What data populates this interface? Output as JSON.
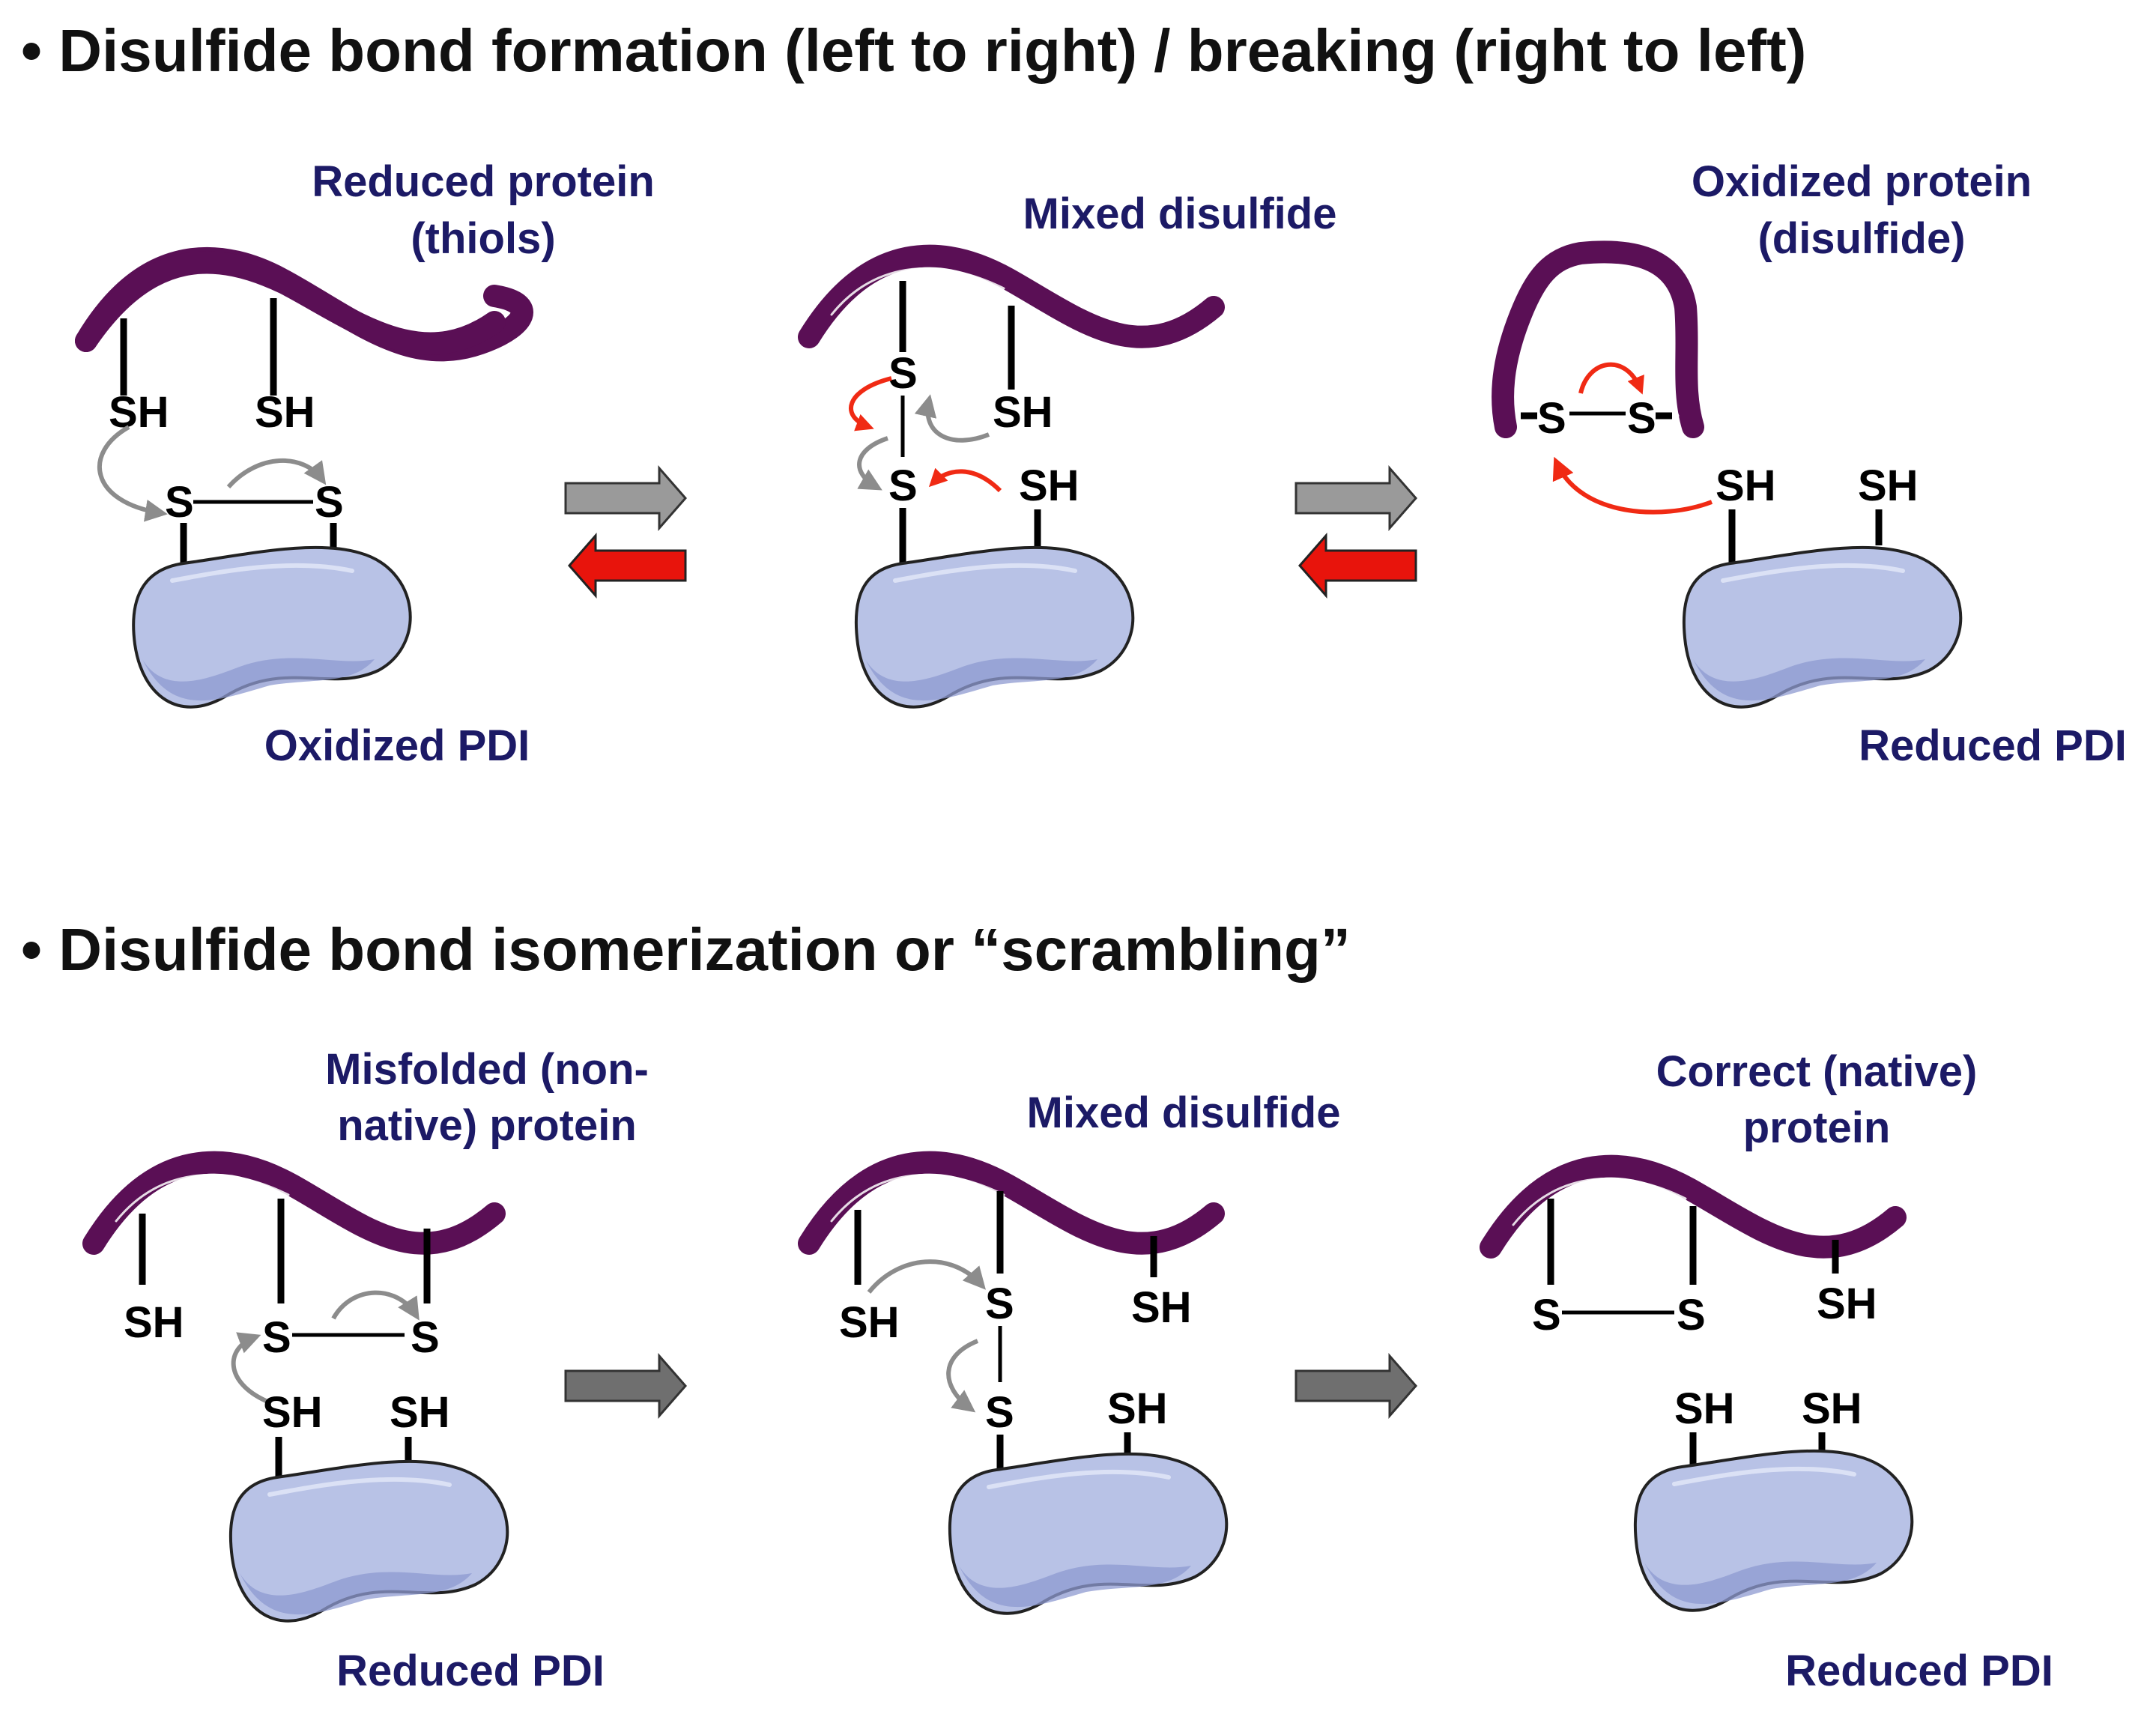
{
  "section1": {
    "title": "• Disulfide bond formation (left to right) / breaking (right to left)",
    "panel1": {
      "label_line1": "Reduced protein",
      "label_line2": "(thiols)",
      "pdi_label": "Oxidized PDI"
    },
    "panel2": {
      "label": "Mixed disulfide"
    },
    "panel3": {
      "label_line1": "Oxidized protein",
      "label_line2": "(disulfide)",
      "pdi_label": "Reduced PDI"
    }
  },
  "section2": {
    "title": "• Disulfide bond isomerization or “scrambling”",
    "panel1": {
      "label_line1": "Misfolded (non-",
      "label_line2": "native) protein",
      "pdi_label": "Reduced PDI"
    },
    "panel2": {
      "label": "Mixed disulfide"
    },
    "panel3": {
      "label_line1": "Correct (native)",
      "label_line2": "protein",
      "pdi_label": "Reduced PDI"
    }
  },
  "atoms": {
    "thiol": "SH",
    "sulfur": "S"
  },
  "colors": {
    "protein_chain": "#5a0f55",
    "pdi_fill": "#b8c2e6",
    "label_text": "#1c1a66",
    "forward_arrow": "#9a9a9a",
    "reverse_arrow": "#e8140c"
  },
  "icons": {
    "forward_arrow": "arrow-right-icon",
    "reverse_arrow": "arrow-left-icon"
  }
}
